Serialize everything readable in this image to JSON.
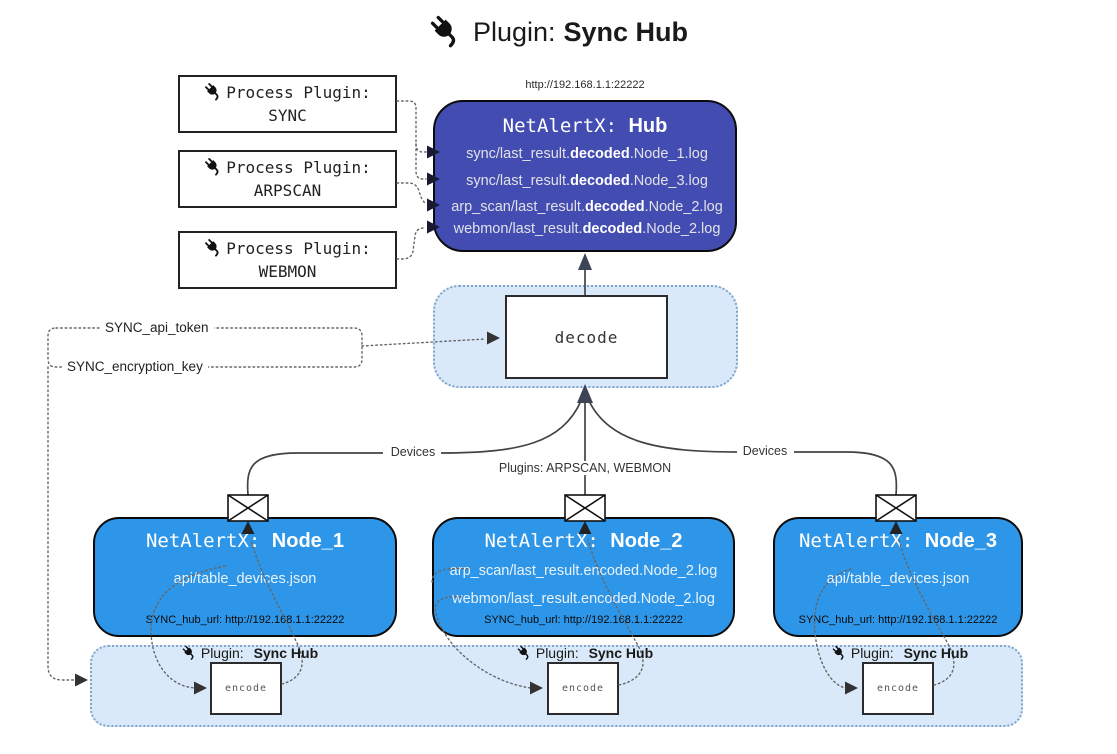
{
  "title": {
    "label": "Plugin:",
    "name": "Sync Hub"
  },
  "process_plugins": [
    {
      "label": "Process Plugin:",
      "name": "SYNC"
    },
    {
      "label": "Process Plugin:",
      "name": "ARPSCAN"
    },
    {
      "label": "Process Plugin:",
      "name": "WEBMON"
    }
  ],
  "hub": {
    "url": "http://192.168.1.1:22222",
    "title_label": "NetAlertX:",
    "title_name": "Hub",
    "logs": [
      {
        "pre": "sync/last_result.",
        "bold": "decoded",
        "post": ".Node_1.log"
      },
      {
        "pre": "sync/last_result.",
        "bold": "decoded",
        "post": ".Node_3.log"
      },
      {
        "pre": "arp_scan/last_result.",
        "bold": "decoded",
        "post": ".Node_2.log"
      },
      {
        "pre": "webmon/last_result.",
        "bold": "decoded",
        "post": ".Node_2.log"
      }
    ]
  },
  "decode_box": {
    "label": "decode"
  },
  "settings": {
    "api_token": "SYNC_api_token",
    "encryption_key": "SYNC_encryption_key"
  },
  "edge_labels": {
    "devices_left": "Devices",
    "plugins_mid": "Plugins: ARPSCAN, WEBMON",
    "devices_right": "Devices"
  },
  "nodes": [
    {
      "title_label": "NetAlertX:",
      "title_name": "Node_1",
      "files": [
        "api/table_devices.json"
      ],
      "hub_url": "SYNC_hub_url: http://192.168.1.1:22222"
    },
    {
      "title_label": "NetAlertX:",
      "title_name": "Node_2",
      "files": [
        "arp_scan/last_result.encoded.Node_2.log",
        "webmon/last_result.encoded.Node_2.log"
      ],
      "hub_url": "SYNC_hub_url: http://192.168.1.1:22222"
    },
    {
      "title_label": "NetAlertX:",
      "title_name": "Node_3",
      "files": [
        "api/table_devices.json"
      ],
      "hub_url": "SYNC_hub_url: http://192.168.1.1:22222"
    }
  ],
  "encoders": [
    {
      "plugin_label": "Plugin:",
      "plugin_name": "Sync Hub",
      "label": "encode"
    },
    {
      "plugin_label": "Plugin:",
      "plugin_name": "Sync Hub",
      "label": "encode"
    },
    {
      "plugin_label": "Plugin:",
      "plugin_name": "Sync Hub",
      "label": "encode"
    }
  ],
  "colors": {
    "hub_fill": "#424CB1",
    "node_fill": "#2E96E8",
    "panel_fill": "#D9E9F9",
    "panel_border": "#7FA5C9",
    "box_border": "#111111",
    "light_text": "#E2E2E6"
  }
}
